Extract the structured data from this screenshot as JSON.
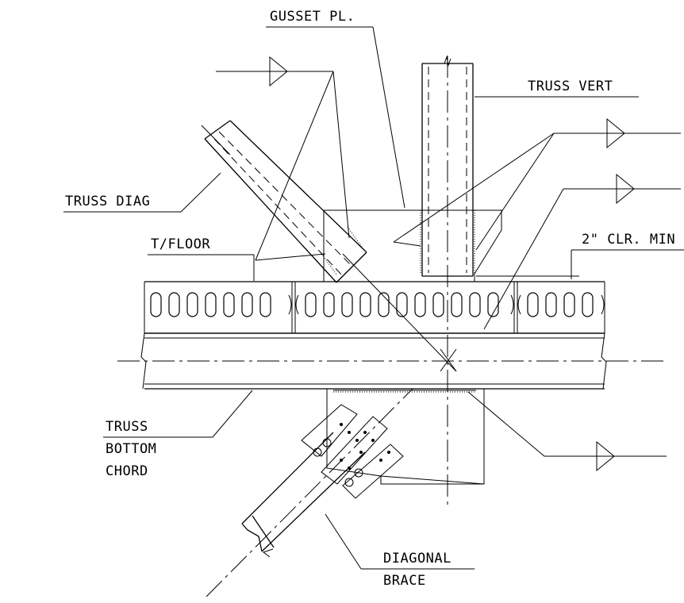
{
  "labels": {
    "gusset": "GUSSET PL.",
    "truss_vert": "TRUSS VERT",
    "truss_diag": "TRUSS DIAG",
    "t_floor": "T/FLOOR",
    "clearance": "2\" CLR. MIN",
    "truss_bottom_chord_1": "TRUSS",
    "truss_bottom_chord_2": "BOTTOM",
    "truss_bottom_chord_3": "CHORD",
    "diagonal_brace_1": "DIAGONAL",
    "diagonal_brace_2": "BRACE"
  },
  "colors": {
    "ink": "#000000",
    "paper": "#ffffff"
  }
}
